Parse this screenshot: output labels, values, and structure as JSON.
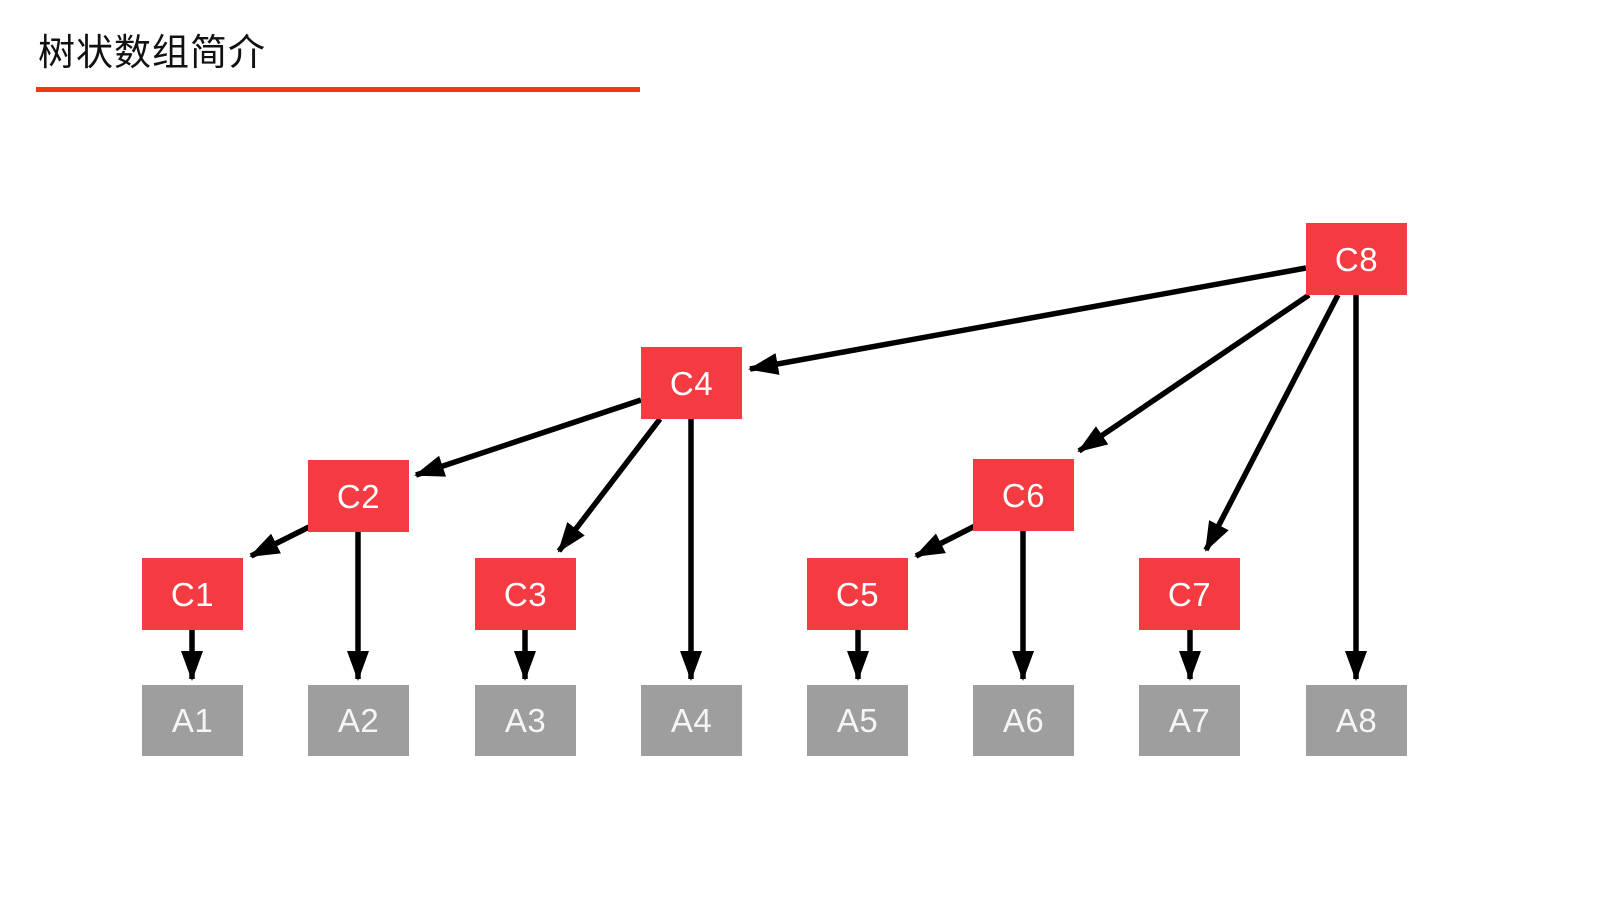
{
  "title": {
    "text": "树状数组简介"
  },
  "diagram": {
    "type": "fenwick-tree-structure",
    "nodes": [
      {
        "id": "C1",
        "label": "C1",
        "type": "tree"
      },
      {
        "id": "C2",
        "label": "C2",
        "type": "tree"
      },
      {
        "id": "C3",
        "label": "C3",
        "type": "tree"
      },
      {
        "id": "C4",
        "label": "C4",
        "type": "tree"
      },
      {
        "id": "C5",
        "label": "C5",
        "type": "tree"
      },
      {
        "id": "C6",
        "label": "C6",
        "type": "tree"
      },
      {
        "id": "C7",
        "label": "C7",
        "type": "tree"
      },
      {
        "id": "C8",
        "label": "C8",
        "type": "tree"
      },
      {
        "id": "A1",
        "label": "A1",
        "type": "array"
      },
      {
        "id": "A2",
        "label": "A2",
        "type": "array"
      },
      {
        "id": "A3",
        "label": "A3",
        "type": "array"
      },
      {
        "id": "A4",
        "label": "A4",
        "type": "array"
      },
      {
        "id": "A5",
        "label": "A5",
        "type": "array"
      },
      {
        "id": "A6",
        "label": "A6",
        "type": "array"
      },
      {
        "id": "A7",
        "label": "A7",
        "type": "array"
      },
      {
        "id": "A8",
        "label": "A8",
        "type": "array"
      }
    ],
    "edges": [
      {
        "from": "C8",
        "to": "C4"
      },
      {
        "from": "C8",
        "to": "C6"
      },
      {
        "from": "C8",
        "to": "C7"
      },
      {
        "from": "C8",
        "to": "A8"
      },
      {
        "from": "C4",
        "to": "C2"
      },
      {
        "from": "C4",
        "to": "C3"
      },
      {
        "from": "C4",
        "to": "A4"
      },
      {
        "from": "C2",
        "to": "C1"
      },
      {
        "from": "C2",
        "to": "A2"
      },
      {
        "from": "C1",
        "to": "A1"
      },
      {
        "from": "C3",
        "to": "A3"
      },
      {
        "from": "C6",
        "to": "C5"
      },
      {
        "from": "C6",
        "to": "A6"
      },
      {
        "from": "C5",
        "to": "A5"
      },
      {
        "from": "C7",
        "to": "A7"
      }
    ],
    "colors": {
      "tree_node": "#f43b42",
      "array_node": "#9e9e9e",
      "arrow": "#000000",
      "title_underline": "#ee3a0c",
      "tree_label": "#ffffff",
      "array_label": "#f5f5f5"
    }
  }
}
